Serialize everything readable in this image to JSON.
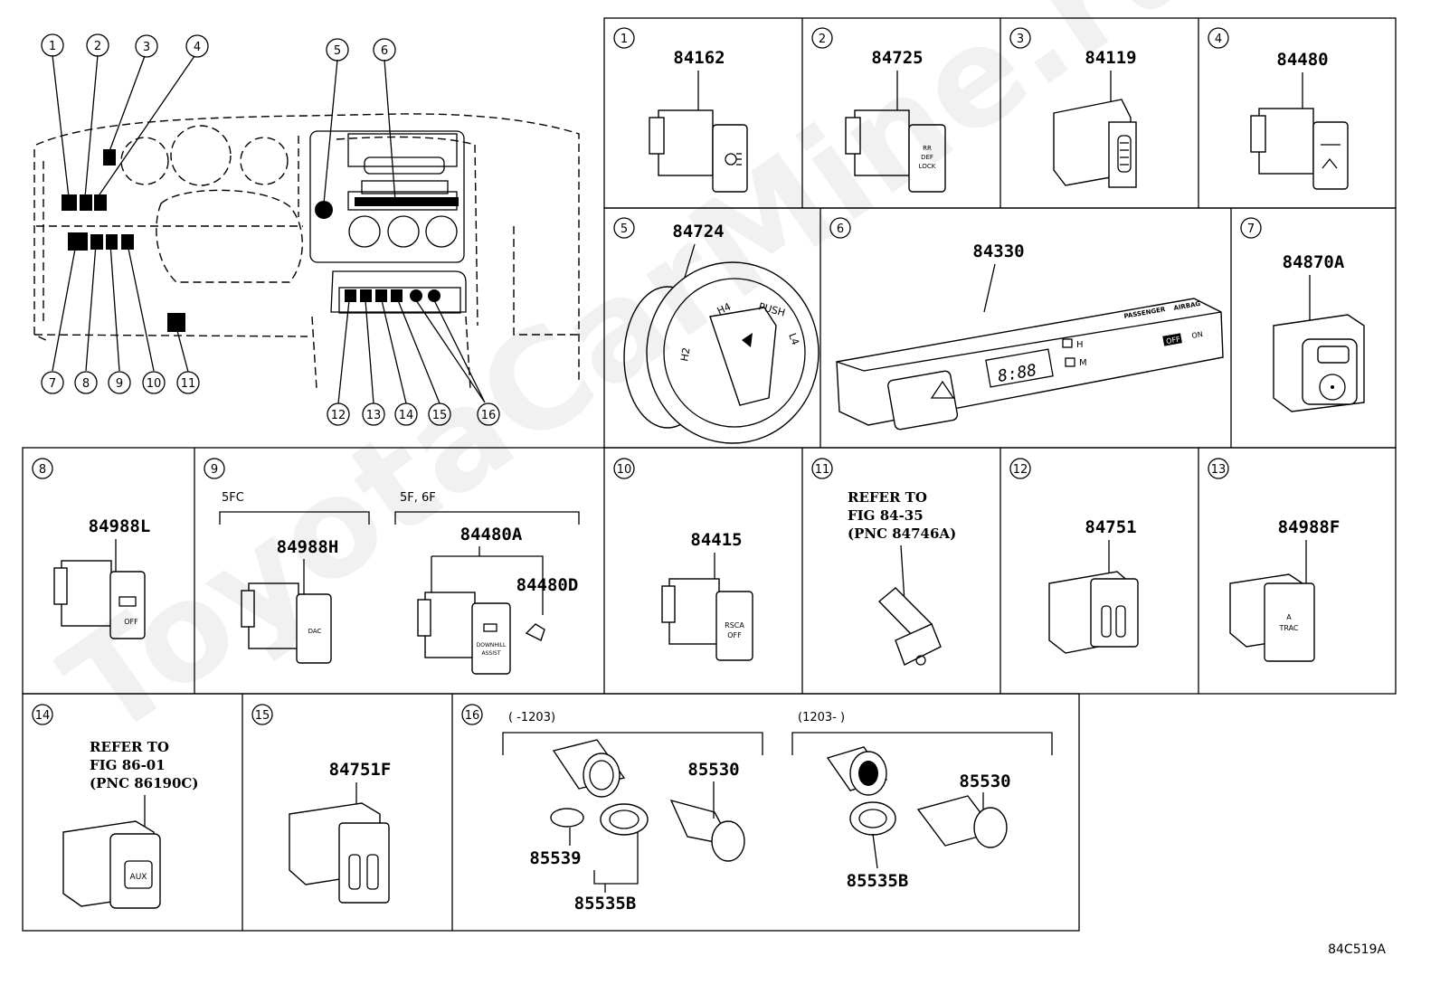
{
  "watermark": "ToyotaCarMine.ru",
  "figure_code": "84C519A",
  "overview_callouts": [
    "1",
    "2",
    "3",
    "4",
    "5",
    "6",
    "7",
    "8",
    "9",
    "10",
    "11",
    "12",
    "13",
    "14",
    "15",
    "16"
  ],
  "cells": [
    {
      "num": "1",
      "pnc": "84162"
    },
    {
      "num": "2",
      "pnc": "84725"
    },
    {
      "num": "3",
      "pnc": "84119"
    },
    {
      "num": "4",
      "pnc": "84480"
    },
    {
      "num": "5",
      "pnc": "84724"
    },
    {
      "num": "6",
      "pnc": "84330"
    },
    {
      "num": "7",
      "pnc": "84870A"
    },
    {
      "num": "8",
      "pnc": "84988L"
    },
    {
      "num": "9",
      "variants": [
        {
          "label": "5FC",
          "pnc": "84988H"
        },
        {
          "label": "5F, 6F",
          "pnc": "84480A",
          "sub_pnc": "84480D"
        }
      ]
    },
    {
      "num": "10",
      "pnc": "84415"
    },
    {
      "num": "11",
      "note": [
        "REFER TO",
        "FIG 84-35",
        "(PNC 84746A)"
      ]
    },
    {
      "num": "12",
      "pnc": "84751"
    },
    {
      "num": "13",
      "pnc": "84988F"
    },
    {
      "num": "14",
      "note": [
        "REFER TO",
        "FIG 86-01",
        "(PNC 86190C)"
      ]
    },
    {
      "num": "15",
      "pnc": "84751F"
    },
    {
      "num": "16",
      "variants": [
        {
          "label": "(      -1203)",
          "pncs": [
            "85530",
            "85539",
            "85535B"
          ]
        },
        {
          "label": "(1203-      )",
          "pncs": [
            "85530",
            "85535B"
          ]
        }
      ]
    }
  ],
  "switch_face_labels": {
    "dial_84724": [
      "H4",
      "PUSH",
      "H2",
      "L4"
    ],
    "panel_84330": {
      "clock": "8:88",
      "indicators": [
        "H",
        "M"
      ],
      "airbag": [
        "PASSENGER",
        "AIRBAG"
      ],
      "status": [
        "OFF",
        "ON"
      ]
    },
    "sw_84725": [
      "RR",
      "DEF",
      "LOCK"
    ],
    "sw_84988L": [
      "OFF"
    ],
    "sw_84415": [
      "RSCA",
      "OFF"
    ],
    "sw_84988F": [
      "A",
      "TRAC"
    ],
    "sw_84988H": [
      "DAC"
    ],
    "sw_84480A": [
      "DOWNHILL",
      "ASSIST"
    ],
    "sw_aux": [
      "AUX"
    ]
  }
}
